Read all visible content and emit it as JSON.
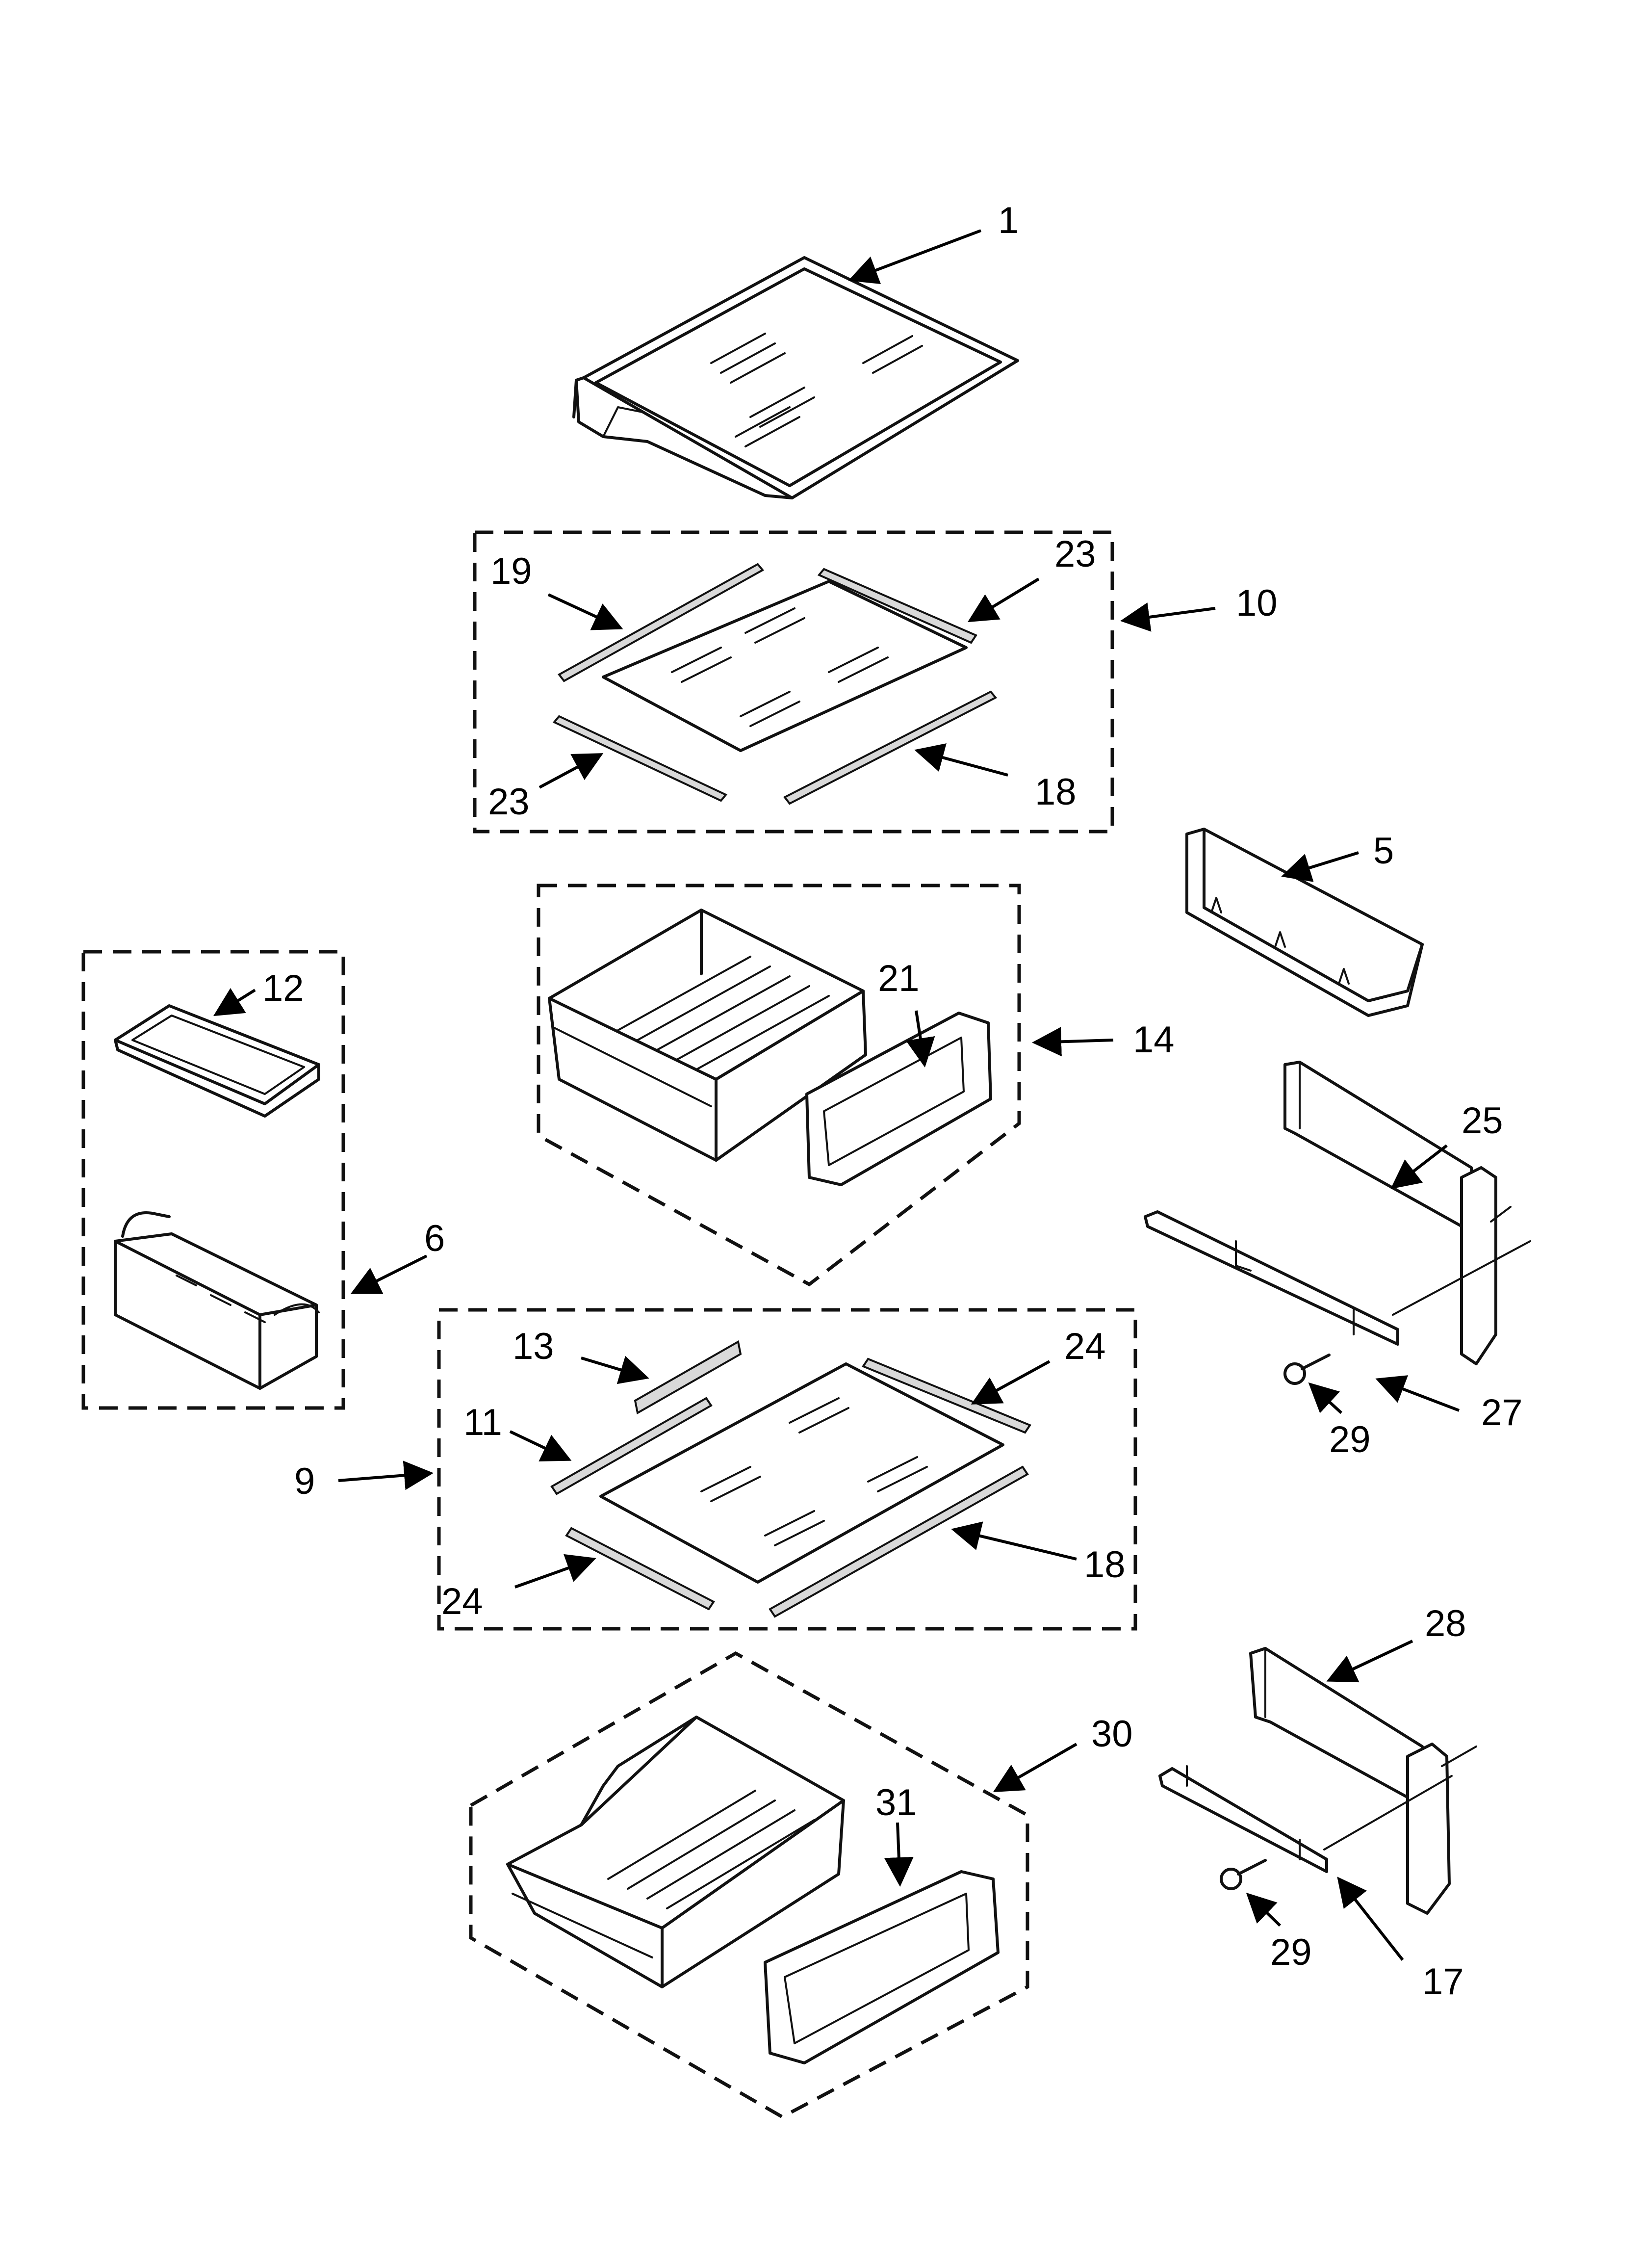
{
  "labels": {
    "p1": "1",
    "p19": "19",
    "p23a": "23",
    "p10": "10",
    "p23b": "23",
    "p18a": "18",
    "p5": "5",
    "p12": "12",
    "p21": "21",
    "p14": "14",
    "p25": "25",
    "p6": "6",
    "p13": "13",
    "p24a": "24",
    "p11": "11",
    "p29a": "29",
    "p27": "27",
    "p9": "9",
    "p18b": "18",
    "p24b": "24",
    "p28": "28",
    "p30": "30",
    "p31": "31",
    "p29b": "29",
    "p17": "17"
  }
}
